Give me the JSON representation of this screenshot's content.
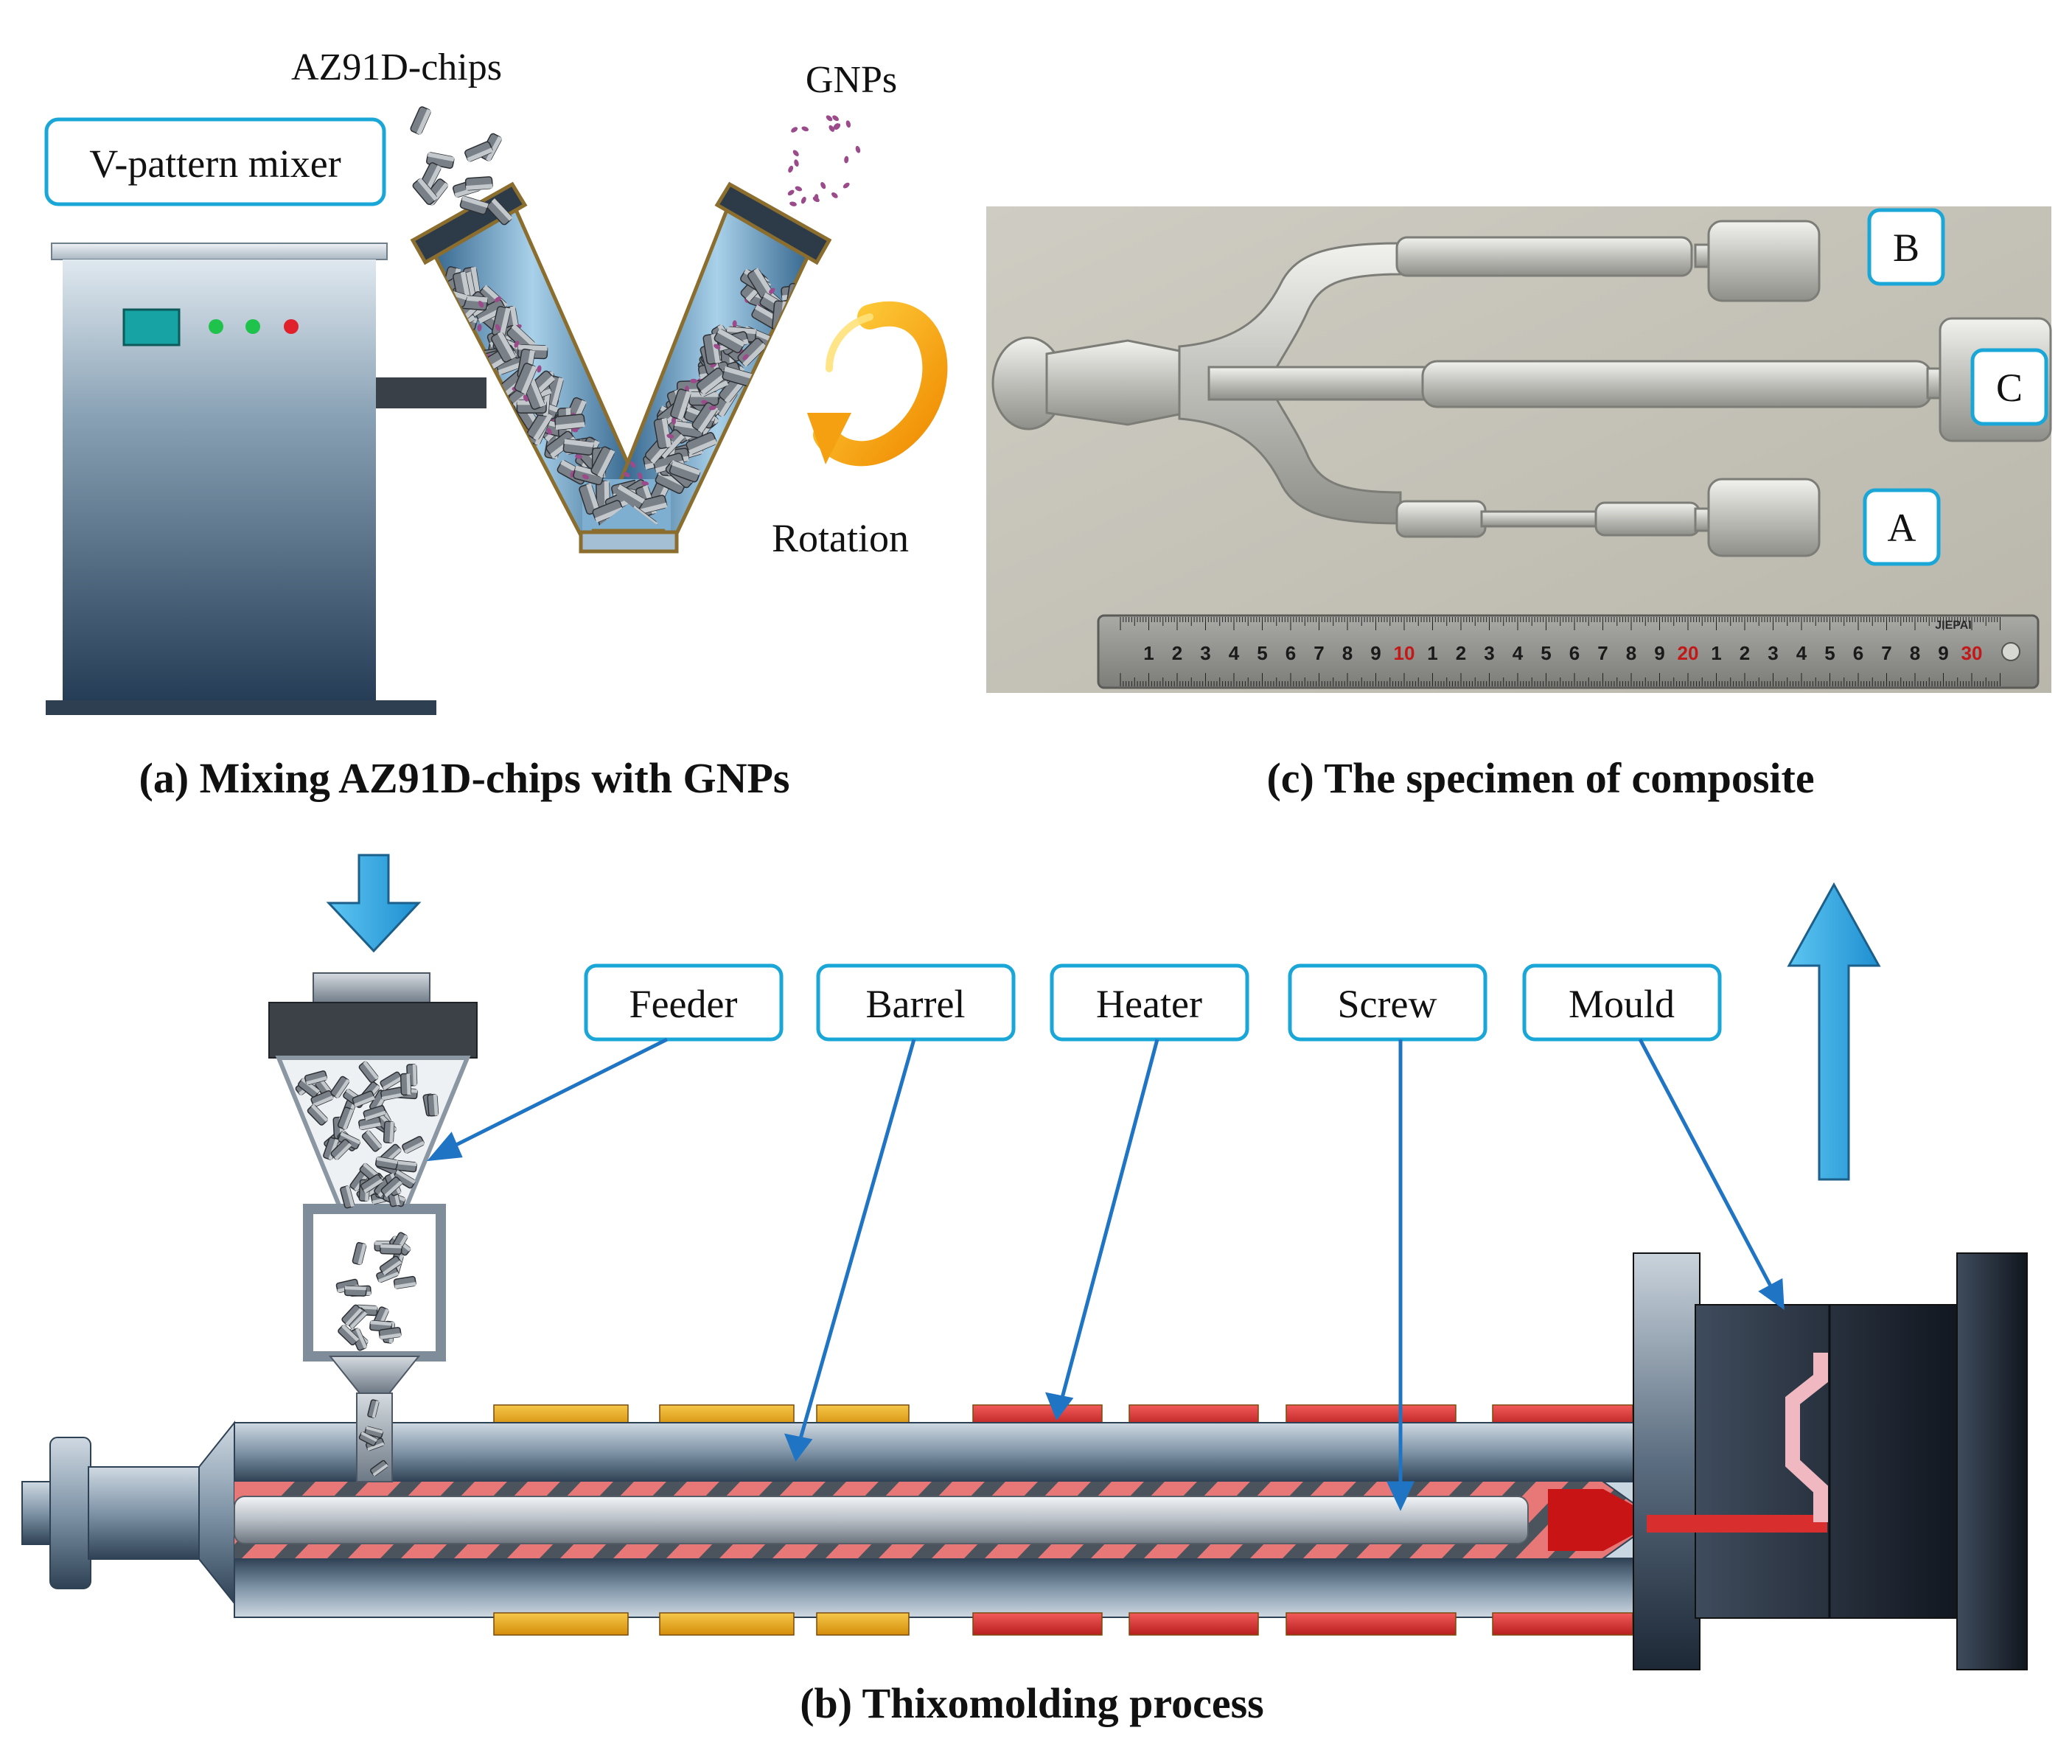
{
  "panel_a": {
    "caption": "(a) Mixing AZ91D-chips with GNPs",
    "labels": {
      "mixer": "V-pattern mixer",
      "chips": "AZ91D-chips",
      "gnps": "GNPs",
      "rotation": "Rotation"
    }
  },
  "panel_b": {
    "caption": "(b) Thixomolding process",
    "labels": {
      "feeder": "Feeder",
      "barrel": "Barrel",
      "heater": "Heater",
      "screw": "Screw",
      "mould": "Mould"
    }
  },
  "panel_c": {
    "caption": "(c) The specimen of composite",
    "labels": {
      "a": "A",
      "b": "B",
      "c": "C"
    },
    "ruler": {
      "numbers": [
        "1",
        "2",
        "3",
        "4",
        "5",
        "6",
        "7",
        "8",
        "9",
        "10",
        "1",
        "2",
        "3",
        "4",
        "5",
        "6",
        "7",
        "8",
        "9",
        "20",
        "1",
        "2",
        "3",
        "4",
        "5",
        "6",
        "7",
        "8",
        "9",
        "30"
      ],
      "brand": "JIEPAI"
    }
  },
  "colors": {
    "label_border": "#1aa7d8",
    "pointer": "#1f74c4",
    "flow_arrow": "#2aa9e6",
    "heater_yellow": "#e9a91c",
    "heater_red": "#d92e2e",
    "mixer_body": "#2c4a66",
    "mould_body": "#1e2633"
  },
  "icons": [
    "flow-down-arrow-icon",
    "flow-up-arrow-icon",
    "rotation-arrow-icon"
  ]
}
